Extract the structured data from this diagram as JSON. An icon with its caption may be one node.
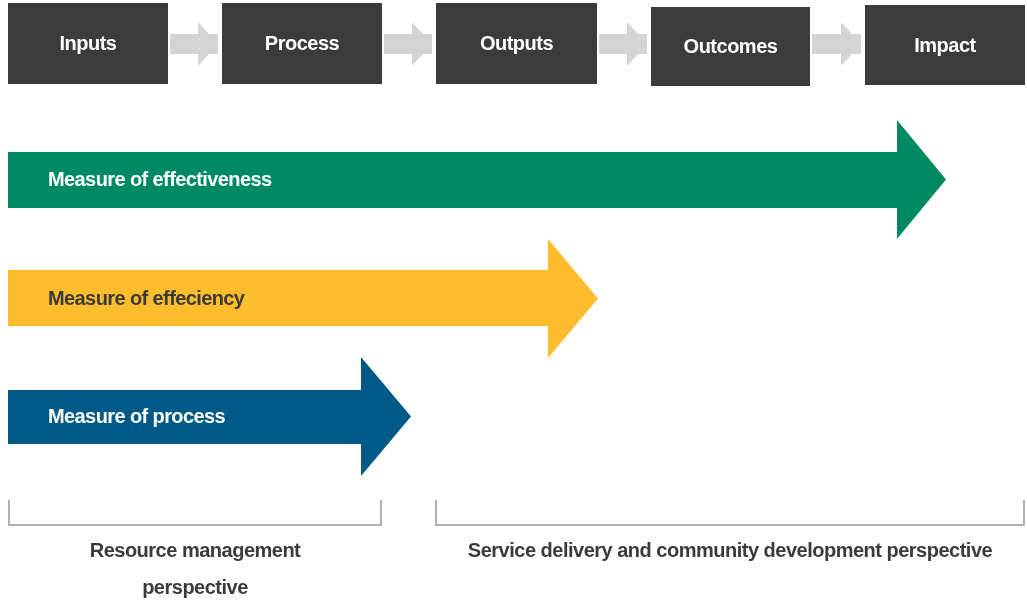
{
  "diagram": {
    "nodes": [
      {
        "text": [
          "Inputs"
        ]
      },
      {
        "text": [
          "Process"
        ]
      },
      {
        "text": [
          "Outputs"
        ]
      },
      {
        "text": [
          "Outcomes"
        ]
      },
      {
        "text": [
          "Impact"
        ]
      },
      {
        "text": [
          "Measure of effectiveness"
        ]
      },
      {
        "text": [
          "Measure of effeciency"
        ]
      },
      {
        "text": [
          "Measure of process"
        ]
      }
    ],
    "edges": [
      {
        "from": 0,
        "to": 1,
        "arrow": "to"
      },
      {
        "from": 1,
        "to": 2,
        "arrow": "to"
      },
      {
        "from": 2,
        "to": 3,
        "arrow": "to"
      },
      {
        "from": 3,
        "to": 4,
        "arrow": "to"
      }
    ],
    "labels": [
      "Resource management perspective",
      "Service delivery and community development perspective"
    ]
  }
}
